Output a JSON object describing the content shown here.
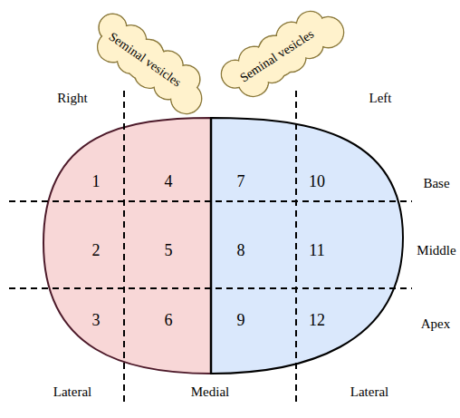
{
  "diagram": {
    "nodes": [
      {
        "text": [
          "Seminal vesicles"
        ]
      },
      {
        "text": [
          "Seminal vesicles"
        ]
      }
    ],
    "labels": [
      "Right",
      "Left",
      "1",
      "4",
      "7",
      "10",
      "Base",
      "2",
      "5",
      "8",
      "11",
      "Middle",
      "3",
      "6",
      "9",
      "12",
      "Apex",
      "Lateral",
      "Medial",
      "Lateral"
    ]
  }
}
